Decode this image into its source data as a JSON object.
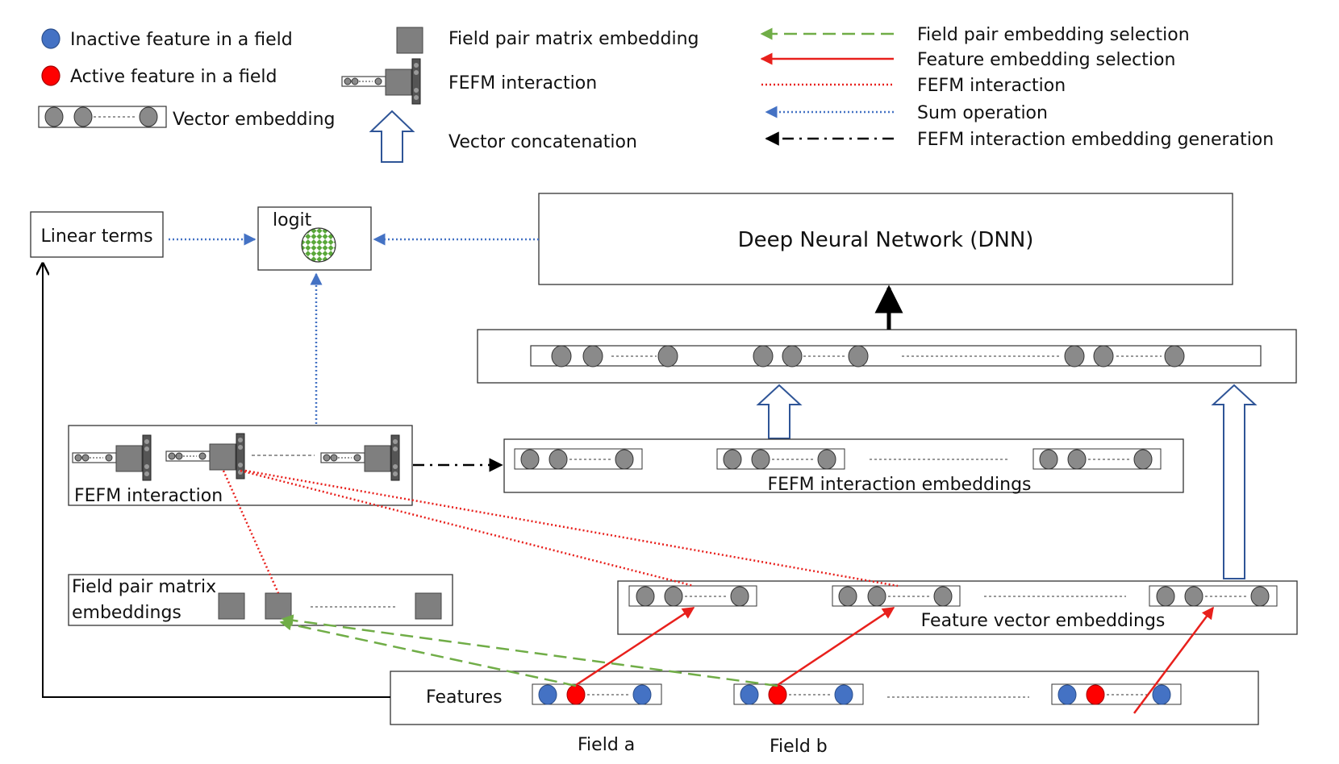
{
  "legend": {
    "inactive_feature": "Inactive feature in a field",
    "active_feature": "Active feature in a field",
    "vector_embedding": "Vector embedding",
    "field_pair_matrix_embedding": "Field pair matrix embedding",
    "fefm_interaction": "FEFM interaction",
    "vector_concatenation": "Vector concatenation",
    "field_pair_embedding_selection": "Field pair embedding selection",
    "feature_embedding_selection": "Feature embedding selection",
    "fefm_interaction_line": "FEFM interaction",
    "sum_operation": "Sum operation",
    "fefm_interaction_embedding_generation": "FEFM interaction embedding generation"
  },
  "nodes": {
    "linear_terms": "Linear terms",
    "logit": "logit",
    "dnn": "Deep Neural Network (DNN)",
    "fefm_interaction": "FEFM interaction",
    "fefm_interaction_embeddings": "FEFM interaction embeddings",
    "field_pair_matrix_line1": "Field pair matrix",
    "field_pair_matrix_line2": "embeddings",
    "feature_vector_embeddings": "Feature vector embeddings",
    "features": "Features",
    "field_a": "Field a",
    "field_b": "Field b"
  },
  "colors": {
    "inactive": "#4472c4",
    "active": "#ff0000",
    "embedding_circle": "#808080",
    "matrix_square": "#7f7f7f",
    "green_dashed": "#70ad47",
    "red_solid": "#e8201c",
    "red_dotted": "#e8201c",
    "blue_dotted": "#4472c4",
    "concat_arrow": "#2f5597"
  },
  "icons": {
    "vector_concatenation": "hollow-up-arrow-icon",
    "field_pair_matrix": "gray-square-icon",
    "fefm_interaction": "vector-matrix-vector-icon",
    "logit": "checkered-ball-icon"
  }
}
